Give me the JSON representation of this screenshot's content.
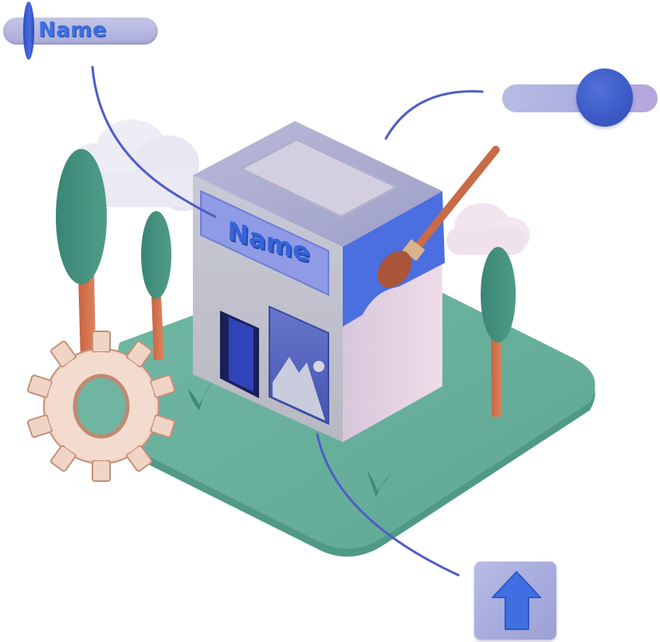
{
  "illustration": {
    "subject": "storefront-builder",
    "name_field": {
      "label": "Name",
      "knob_position": "start"
    },
    "toggle": {
      "state": "on"
    },
    "store": {
      "sign_text": "Name",
      "window_icon": "image-icon",
      "has_door": true
    },
    "upload_button": {
      "icon": "arrow-up-icon"
    },
    "gear": {
      "icon": "gear-icon"
    },
    "paintbrush": {
      "icon": "paintbrush-icon"
    },
    "trees": 3,
    "clouds": 2,
    "colors": {
      "accent_blue": "#3e5cc8",
      "lavender": "#b3b6e2",
      "grass": "#6fb5a2",
      "tree_green": "#3f8a78",
      "trunk": "#cf6f4b",
      "gear": "#f1d6c8",
      "building_silver": "#c9c9d2",
      "building_pink": "#e4cfe0"
    }
  }
}
